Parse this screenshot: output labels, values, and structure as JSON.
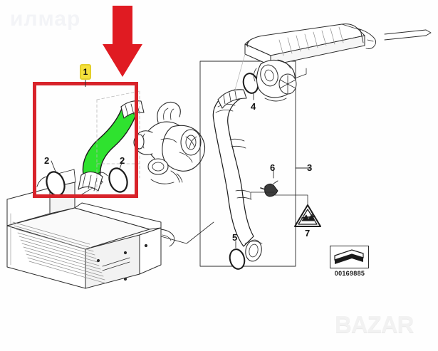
{
  "diagram": {
    "id_code": "00169885",
    "title_watermark": "илмар",
    "site_watermark": "BAZAR",
    "highlight_color": "#d8232a",
    "part_color": "#2fe22f",
    "badge_color": "#f5e03c"
  },
  "callouts": {
    "highlighted_part": "1",
    "oring_left": "2",
    "oring_right": "2",
    "group_box": "3",
    "oring_top": "4",
    "oring_bottom": "5",
    "sensor": "6",
    "warning_symbol": "7"
  },
  "labels": [
    {
      "name": "highlighted-hose",
      "text": "1"
    },
    {
      "name": "oring-left",
      "text": "2"
    },
    {
      "name": "oring-right",
      "text": "2"
    },
    {
      "name": "charge-hose-group",
      "text": "3"
    },
    {
      "name": "oring-upper",
      "text": "4"
    },
    {
      "name": "oring-lower",
      "text": "5"
    },
    {
      "name": "boost-sensor",
      "text": "6"
    },
    {
      "name": "warning-triangle",
      "text": "7"
    }
  ]
}
